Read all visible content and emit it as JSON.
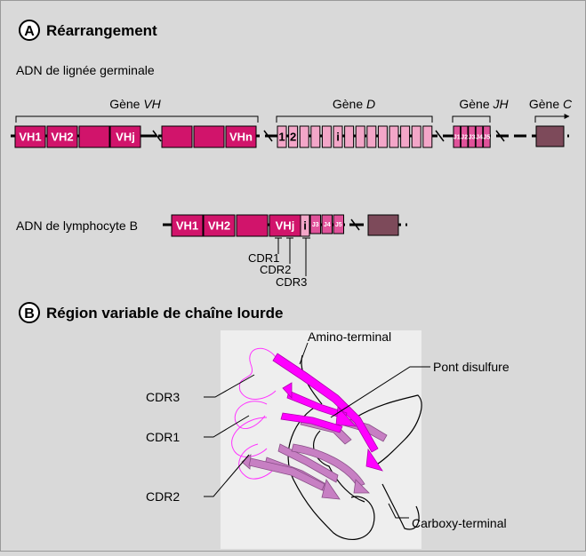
{
  "colors": {
    "background": "#d9d9d9",
    "vh_segment": "#d1146b",
    "d_segment": "#f3a6c8",
    "jh_segment": "#e0529a",
    "c_segment": "#7d4a5a",
    "strand_magenta": "#ff00ff",
    "strand_violet": "#c77fc3",
    "panel": "#eeeeee"
  },
  "section_a": {
    "badge": "A",
    "title": "Réarrangement",
    "germline_label": "ADN de lignée germinale",
    "gene_vh_prefix": "Gène ",
    "gene_vh_italic": "VH",
    "gene_d_prefix": "Gène ",
    "gene_d_italic": "D",
    "gene_jh_prefix": "Gène ",
    "gene_jh_italic": "JH",
    "gene_c_prefix": "Gène ",
    "gene_c_italic": "C",
    "vh_labels": [
      "VH1",
      "VH2",
      "",
      "VHj",
      "",
      "",
      "VHn"
    ],
    "d_labels": [
      "1",
      "2",
      "",
      "",
      "",
      "i",
      "",
      "",
      "",
      "",
      "",
      "",
      "",
      ""
    ],
    "jh_labels": [
      "J1",
      "J2",
      "J3",
      "J4",
      "J5"
    ],
    "bcell_label": "ADN de lymphocyte B",
    "bcell_vh_labels": [
      "VH1",
      "VH2",
      "",
      "VHj"
    ],
    "bcell_d_label": "i",
    "bcell_j_labels": [
      "J3",
      "J4",
      "J5"
    ],
    "cdr_labels": [
      "CDR1",
      "CDR2",
      "CDR3"
    ]
  },
  "section_b": {
    "badge": "B",
    "title": "Région variable de chaîne lourde",
    "label_amino": "Amino-terminal",
    "label_disulfide": "Pont disulfure",
    "label_carboxy": "Carboxy-terminal",
    "label_cdr3": "CDR3",
    "label_cdr1": "CDR1",
    "label_cdr2": "CDR2"
  }
}
